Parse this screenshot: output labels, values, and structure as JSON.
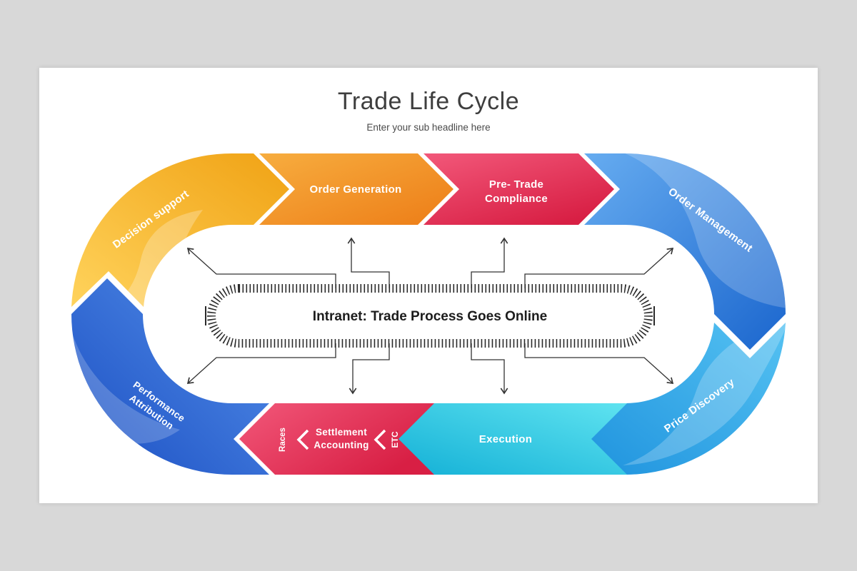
{
  "page": {
    "background": "#d8d8d8",
    "slide_background": "#ffffff"
  },
  "header": {
    "title": "Trade Life Cycle",
    "subtitle": "Enter your sub headline here"
  },
  "center": {
    "label": "Intranet: Trade Process Goes Online"
  },
  "diagram": {
    "connector_color": "#333333",
    "tick_color": "#2a2a2a",
    "label_color": "#ffffff"
  },
  "segments": [
    {
      "id": "decision-support",
      "label": "Decision support",
      "colors": [
        "#FFD35C",
        "#F0A214"
      ]
    },
    {
      "id": "order-generation",
      "label": "Order Generation",
      "colors": [
        "#F7AD3F",
        "#ED7D17"
      ]
    },
    {
      "id": "pre-trade-compliance",
      "label_line1": "Pre- Trade",
      "label_line2": "Compliance",
      "colors": [
        "#F2587A",
        "#D81F44"
      ]
    },
    {
      "id": "order-management",
      "label": "Order Management",
      "colors": [
        "#66ACF0",
        "#1B66CE"
      ]
    },
    {
      "id": "price-discovery",
      "label": "Price Discovery",
      "colors": [
        "#55C2F2",
        "#1F93DE"
      ]
    },
    {
      "id": "execution",
      "label": "Execution",
      "colors": [
        "#5FE3F0",
        "#13B0D6"
      ]
    },
    {
      "id": "settlement-accounting",
      "label_line1": "Settlement",
      "label_line2": "Accounting",
      "sub_left": "Races",
      "sub_right": "ETC",
      "colors": [
        "#F2587A",
        "#D81F44"
      ]
    },
    {
      "id": "performance-attribution",
      "label_line1": "Performance",
      "label_line2": "Attribution",
      "colors": [
        "#5590EA",
        "#1A4EC2"
      ]
    }
  ]
}
